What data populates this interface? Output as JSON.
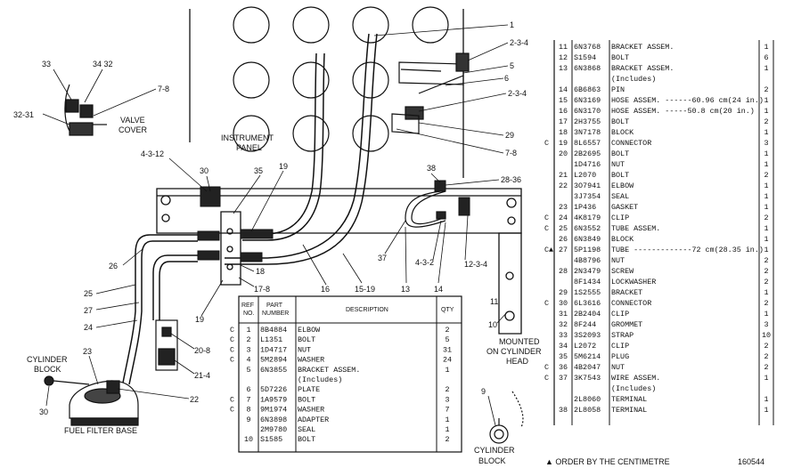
{
  "callouts": {
    "c1": "1",
    "c234a": "2-3-4",
    "c5": "5",
    "c6": "6",
    "c234b": "2-3-4",
    "c29": "29",
    "c78b": "7-8",
    "c33": "33",
    "c3432": "34 32",
    "c78a": "7-8",
    "c3231": "32-31",
    "c4312": "4-3-12",
    "c30a": "30",
    "c35": "35",
    "c19a": "19",
    "c38": "38",
    "c2836": "28-36",
    "c26": "26",
    "c25": "25",
    "c27": "27",
    "c24": "24",
    "c19b": "19",
    "c18": "18",
    "c178": "17-8",
    "c16": "16",
    "c1519": "15-19",
    "c13": "13",
    "c37": "37",
    "c432": "4-3-2",
    "c14": "14",
    "c1234": "12-3-4",
    "c11": "11",
    "c10": "10",
    "c208": "20-8",
    "c214": "21-4",
    "c23": "23",
    "c22": "22",
    "c30b": "30",
    "c9": "9"
  },
  "labels": {
    "valve_cover_1": "VALVE",
    "valve_cover_2": "COVER",
    "instrument_panel_1": "INSTRUMENT",
    "instrument_panel_2": "PANEL",
    "mounted_1": "MOUNTED",
    "mounted_2": "ON CYLINDER",
    "mounted_3": "HEAD",
    "cyl_block_left_1": "CYLINDER",
    "cyl_block_left_2": "BLOCK",
    "cyl_block_bottom_1": "CYLINDER",
    "cyl_block_bottom_2": "BLOCK",
    "fuel_filter_base": "FUEL FILTER BASE",
    "order_note": "▲ ORDER BY THE CENTIMETRE",
    "figure_number": "160544"
  },
  "bottom_table": {
    "head_ref": "REF",
    "head_no": "NO.",
    "head_part": "PART",
    "head_number": "NUMBER",
    "head_desc": "DESCRIPTION",
    "head_qty": "QTY",
    "rows": [
      {
        "mark": "C",
        "ref": "1",
        "part": "8B4884",
        "desc": "ELBOW",
        "qty": "2"
      },
      {
        "mark": "C",
        "ref": "2",
        "part": "L1351",
        "desc": "BOLT",
        "qty": "5"
      },
      {
        "mark": "C",
        "ref": "3",
        "part": "1D4717",
        "desc": "NUT",
        "qty": "31"
      },
      {
        "mark": "C",
        "ref": "4",
        "part": "5M2894",
        "desc": "WASHER",
        "qty": "24"
      },
      {
        "mark": "",
        "ref": "5",
        "part": "6N3855",
        "desc": "BRACKET ASSEM.",
        "qty": "1"
      },
      {
        "mark": "",
        "ref": "",
        "part": "",
        "desc": "(Includes)",
        "qty": ""
      },
      {
        "mark": "",
        "ref": "6",
        "part": "5D7226",
        "desc": "PLATE",
        "qty": "2"
      },
      {
        "mark": "C",
        "ref": "7",
        "part": "1A9579",
        "desc": "BOLT",
        "qty": "3"
      },
      {
        "mark": "C",
        "ref": "8",
        "part": "9M1974",
        "desc": "WASHER",
        "qty": "7"
      },
      {
        "mark": "",
        "ref": "9",
        "part": "6N3898",
        "desc": "ADAPTER",
        "qty": "1"
      },
      {
        "mark": "",
        "ref": "",
        "part": "2M9780",
        "desc": "SEAL",
        "qty": "1"
      },
      {
        "mark": "",
        "ref": "10",
        "part": "S1585",
        "desc": "BOLT",
        "qty": "2"
      }
    ]
  },
  "right_table": {
    "rows": [
      {
        "mark": "",
        "ref": "11",
        "part": "6N3768",
        "desc": "BRACKET ASSEM.",
        "qty": "1"
      },
      {
        "mark": "",
        "ref": "12",
        "part": "S1594",
        "desc": "BOLT",
        "qty": "6"
      },
      {
        "mark": "",
        "ref": "13",
        "part": "6N3868",
        "desc": "BRACKET ASSEM.",
        "qty": "1"
      },
      {
        "mark": "",
        "ref": "",
        "part": "",
        "desc": "(Includes)",
        "qty": ""
      },
      {
        "mark": "",
        "ref": "14",
        "part": "6B6863",
        "desc": "PIN",
        "qty": "2"
      },
      {
        "mark": "",
        "ref": "15",
        "part": "6N3169",
        "desc": "HOSE ASSEM. ------60.96 cm(24 in.)",
        "qty": "1"
      },
      {
        "mark": "",
        "ref": "16",
        "part": "6N3170",
        "desc": "HOSE ASSEM. -----50.8 cm(20 in.)",
        "qty": "1"
      },
      {
        "mark": "",
        "ref": "17",
        "part": "2H3755",
        "desc": "BOLT",
        "qty": "2"
      },
      {
        "mark": "",
        "ref": "18",
        "part": "3N7178",
        "desc": "BLOCK",
        "qty": "1"
      },
      {
        "mark": "C",
        "ref": "19",
        "part": "8L6557",
        "desc": "CONNECTOR",
        "qty": "3"
      },
      {
        "mark": "",
        "ref": "20",
        "part": "2B2695",
        "desc": "BOLT",
        "qty": "1"
      },
      {
        "mark": "",
        "ref": "",
        "part": "1D4716",
        "desc": "NUT",
        "qty": "1"
      },
      {
        "mark": "",
        "ref": "21",
        "part": "L2070",
        "desc": "BOLT",
        "qty": "2"
      },
      {
        "mark": "",
        "ref": "22",
        "part": "3O7941",
        "desc": "ELBOW",
        "qty": "1"
      },
      {
        "mark": "",
        "ref": "",
        "part": "3J7354",
        "desc": "SEAL",
        "qty": "1"
      },
      {
        "mark": "",
        "ref": "23",
        "part": "1P436",
        "desc": "GASKET",
        "qty": "1"
      },
      {
        "mark": "C",
        "ref": "24",
        "part": "4K8179",
        "desc": "CLIP",
        "qty": "2"
      },
      {
        "mark": "C",
        "ref": "25",
        "part": "6N3552",
        "desc": "TUBE ASSEM.",
        "qty": "1"
      },
      {
        "mark": "",
        "ref": "26",
        "part": "6N3849",
        "desc": "BLOCK",
        "qty": "1"
      },
      {
        "mark": "C▲",
        "ref": "27",
        "part": "5P1198",
        "desc": "TUBE -------------72 cm(28.35 in.)",
        "qty": "1"
      },
      {
        "mark": "",
        "ref": "",
        "part": "4B8796",
        "desc": "NUT",
        "qty": "2"
      },
      {
        "mark": "",
        "ref": "28",
        "part": "2N3479",
        "desc": "SCREW",
        "qty": "2"
      },
      {
        "mark": "",
        "ref": "",
        "part": "8F1434",
        "desc": "LOCKWASHER",
        "qty": "2"
      },
      {
        "mark": "",
        "ref": "29",
        "part": "1S2555",
        "desc": "BRACKET",
        "qty": "1"
      },
      {
        "mark": "C",
        "ref": "30",
        "part": "6L3616",
        "desc": "CONNECTOR",
        "qty": "2"
      },
      {
        "mark": "",
        "ref": "31",
        "part": "2B2404",
        "desc": "CLIP",
        "qty": "1"
      },
      {
        "mark": "",
        "ref": "32",
        "part": "8F244",
        "desc": "GROMMET",
        "qty": "3"
      },
      {
        "mark": "",
        "ref": "33",
        "part": "3S2093",
        "desc": "STRAP",
        "qty": "10"
      },
      {
        "mark": "",
        "ref": "34",
        "part": "L2072",
        "desc": "CLIP",
        "qty": "2"
      },
      {
        "mark": "",
        "ref": "35",
        "part": "5M6214",
        "desc": "PLUG",
        "qty": "2"
      },
      {
        "mark": "C",
        "ref": "36",
        "part": "4B2047",
        "desc": "NUT",
        "qty": "2"
      },
      {
        "mark": "C",
        "ref": "37",
        "part": "3K7543",
        "desc": "WIRE ASSEM.",
        "qty": "1"
      },
      {
        "mark": "",
        "ref": "",
        "part": "",
        "desc": "(Includes)",
        "qty": ""
      },
      {
        "mark": "",
        "ref": "",
        "part": "2L8060",
        "desc": "TERMINAL",
        "qty": "1"
      },
      {
        "mark": "",
        "ref": "38",
        "part": "2L8058",
        "desc": "TERMINAL",
        "qty": "1"
      }
    ]
  }
}
